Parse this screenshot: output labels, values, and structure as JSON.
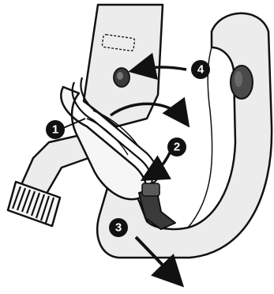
{
  "colors": {
    "background": "#ffffff",
    "outline": "#111111",
    "part_fill": "#ececec",
    "part_fill_light": "#f6f6f6",
    "dark_part": "#3a3a3a",
    "knob": "#4a4a4a",
    "marker": "#111111",
    "marker_text": "#ffffff"
  },
  "steps": [
    {
      "label": "1"
    },
    {
      "label": "2"
    },
    {
      "label": "3"
    },
    {
      "label": "4"
    }
  ]
}
